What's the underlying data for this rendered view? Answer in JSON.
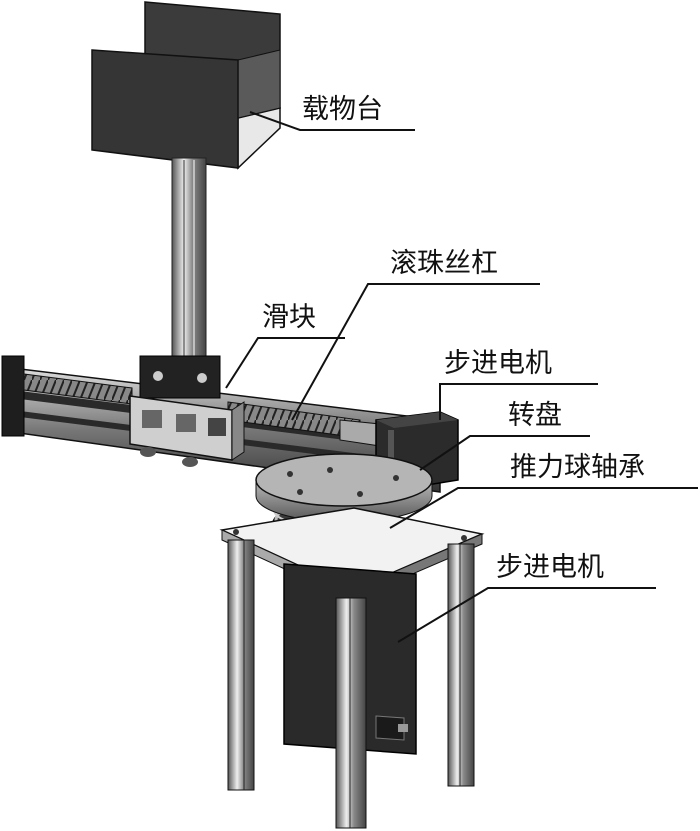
{
  "labels": {
    "stage_platform": "载物台",
    "ball_screw": "滚珠丝杠",
    "slider": "滑块",
    "stepper_motor_top": "步进电机",
    "turntable": "转盘",
    "thrust_bearing": "推力球轴承",
    "stepper_motor_bottom": "步进电机"
  }
}
